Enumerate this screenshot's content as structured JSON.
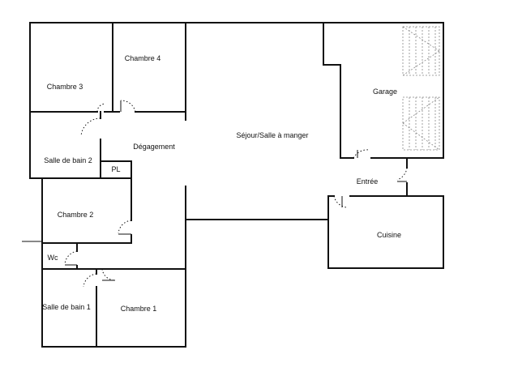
{
  "plan": {
    "rooms": {
      "chambre4": "Chambre 4",
      "chambre3": "Chambre 3",
      "garage": "Garage",
      "degagement": "Dégagement",
      "sejour": "Séjour/Salle à manger",
      "sdb2": "Salle de bain 2",
      "pl": "PL",
      "entree": "Entrée",
      "chambre2": "Chambre 2",
      "cuisine": "Cuisine",
      "wc": "Wc",
      "sdb1": "Salle de bain 1",
      "chambre1": "Chambre 1"
    },
    "colors": {
      "walls": "#111111",
      "background": "#ffffff",
      "stairs": "#888888"
    }
  }
}
